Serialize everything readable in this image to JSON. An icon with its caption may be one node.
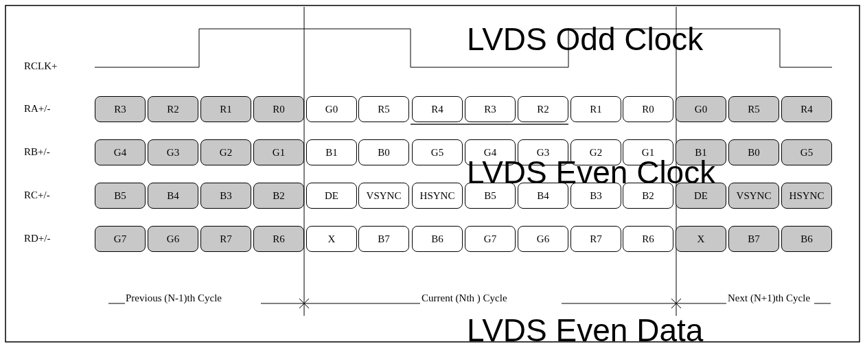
{
  "diagram": {
    "nodes": [
      {
        "text": [
          "R3"
        ]
      },
      {
        "text": [
          "R2"
        ]
      },
      {
        "text": [
          "R1"
        ]
      },
      {
        "text": [
          "R0"
        ]
      },
      {
        "text": [
          "G0"
        ]
      },
      {
        "text": [
          "R5"
        ]
      },
      {
        "text": [
          "R4"
        ]
      },
      {
        "text": [
          "R3"
        ]
      },
      {
        "text": [
          "R2"
        ]
      },
      {
        "text": [
          "R1"
        ]
      },
      {
        "text": [
          "R0"
        ]
      },
      {
        "text": [
          "G0"
        ]
      },
      {
        "text": [
          "R5"
        ]
      },
      {
        "text": [
          "R4"
        ]
      },
      {
        "text": [
          "G4"
        ]
      },
      {
        "text": [
          "G3"
        ]
      },
      {
        "text": [
          "G2"
        ]
      },
      {
        "text": [
          "G1"
        ]
      },
      {
        "text": [
          "B1"
        ]
      },
      {
        "text": [
          "B0"
        ]
      },
      {
        "text": [
          "G5"
        ]
      },
      {
        "text": [
          "G4"
        ]
      },
      {
        "text": [
          "G3"
        ]
      },
      {
        "text": [
          "G2"
        ]
      },
      {
        "text": [
          "G1"
        ]
      },
      {
        "text": [
          "B1"
        ]
      },
      {
        "text": [
          "B0"
        ]
      },
      {
        "text": [
          "G5"
        ]
      },
      {
        "text": [
          "B5"
        ]
      },
      {
        "text": [
          "B4"
        ]
      },
      {
        "text": [
          "B3"
        ]
      },
      {
        "text": [
          "B2"
        ]
      },
      {
        "text": [
          "DE"
        ]
      },
      {
        "text": [
          "VSYNC"
        ]
      },
      {
        "text": [
          "HSYNC"
        ]
      },
      {
        "text": [
          "B5"
        ]
      },
      {
        "text": [
          "B4"
        ]
      },
      {
        "text": [
          "B3"
        ]
      },
      {
        "text": [
          "B2"
        ]
      },
      {
        "text": [
          "DE"
        ]
      },
      {
        "text": [
          "VSYNC"
        ]
      },
      {
        "text": [
          "HSYNC"
        ]
      },
      {
        "text": [
          "G7"
        ]
      },
      {
        "text": [
          "G6"
        ]
      },
      {
        "text": [
          "R7"
        ]
      },
      {
        "text": [
          "R6"
        ]
      },
      {
        "text": [
          "X"
        ]
      },
      {
        "text": [
          "B7"
        ]
      },
      {
        "text": [
          "B6"
        ]
      },
      {
        "text": [
          "G7"
        ]
      },
      {
        "text": [
          "G6"
        ]
      },
      {
        "text": [
          "R7"
        ]
      },
      {
        "text": [
          "R6"
        ]
      },
      {
        "text": [
          "X"
        ]
      },
      {
        "text": [
          "B7"
        ]
      },
      {
        "text": [
          "B6"
        ]
      }
    ],
    "labels": [
      "RCLK+",
      "LVDS Odd Clock",
      "RA+/-",
      "RB+/-",
      "LVDS Even Clock",
      "RC+/-",
      "RD+/-",
      "Previous (N-1)th Cycle",
      "Current (Nth ) Cycle",
      "Next (N+1)th Cycle",
      "LVDS Even Data"
    ]
  }
}
